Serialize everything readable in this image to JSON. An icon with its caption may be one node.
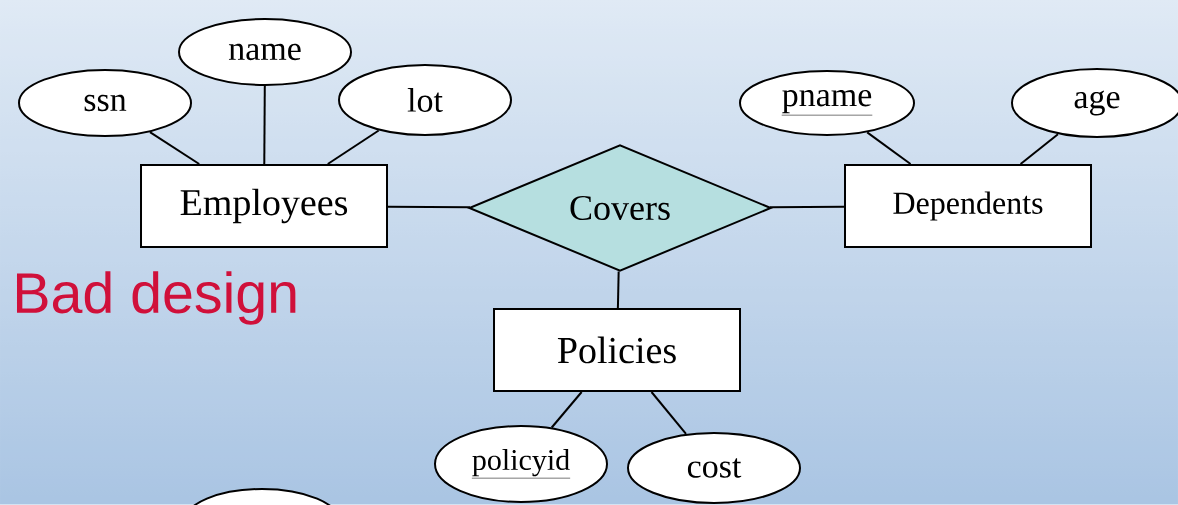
{
  "diagram": {
    "nodes": [
      {
        "text": [
          "ssn"
        ]
      },
      {
        "text": [
          "name"
        ]
      },
      {
        "text": [
          "lot"
        ]
      },
      {
        "text": [
          "Employees"
        ]
      },
      {
        "text": [
          "Covers"
        ]
      },
      {
        "text": [
          "pname"
        ]
      },
      {
        "text": [
          "age"
        ]
      },
      {
        "text": [
          "Dependents"
        ]
      },
      {
        "text": [
          "Policies"
        ]
      },
      {
        "text": [
          "policyid"
        ]
      },
      {
        "text": [
          "cost"
        ]
      },
      {
        "text": [],
        "shape": "ellipse"
      }
    ],
    "edges": [
      {
        "from": 0,
        "to": 3,
        "arrow": "none"
      },
      {
        "from": 1,
        "to": 3,
        "arrow": "none"
      },
      {
        "from": 2,
        "to": 3,
        "arrow": "none"
      },
      {
        "from": 3,
        "to": 4,
        "arrow": "none"
      },
      {
        "from": 4,
        "to": 7,
        "arrow": "none"
      },
      {
        "from": 5,
        "to": 7,
        "arrow": "none"
      },
      {
        "from": 6,
        "to": 7,
        "arrow": "none"
      },
      {
        "from": 4,
        "to": 8,
        "arrow": "none"
      },
      {
        "from": 8,
        "to": 9,
        "arrow": "none"
      },
      {
        "from": 8,
        "to": 10,
        "arrow": "none"
      }
    ],
    "labels": [
      "Bad design"
    ]
  }
}
